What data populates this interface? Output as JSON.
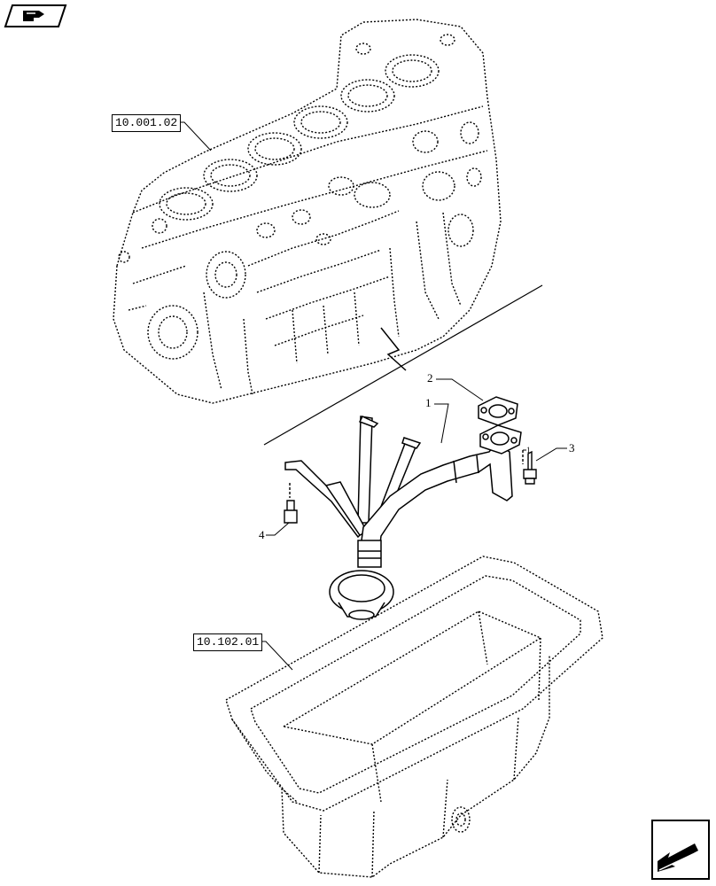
{
  "references": {
    "engine_block": "10.001.02",
    "oil_sump": "10.102.01"
  },
  "callouts": {
    "item_1": "1",
    "item_2": "2",
    "item_3": "3",
    "item_4": "4",
    "item_1_small": "1"
  },
  "icons": {
    "top_left": "book-page-back-icon",
    "bottom_right": "next-arrow-icon"
  },
  "colors": {
    "line": "#000000",
    "background": "#ffffff"
  }
}
